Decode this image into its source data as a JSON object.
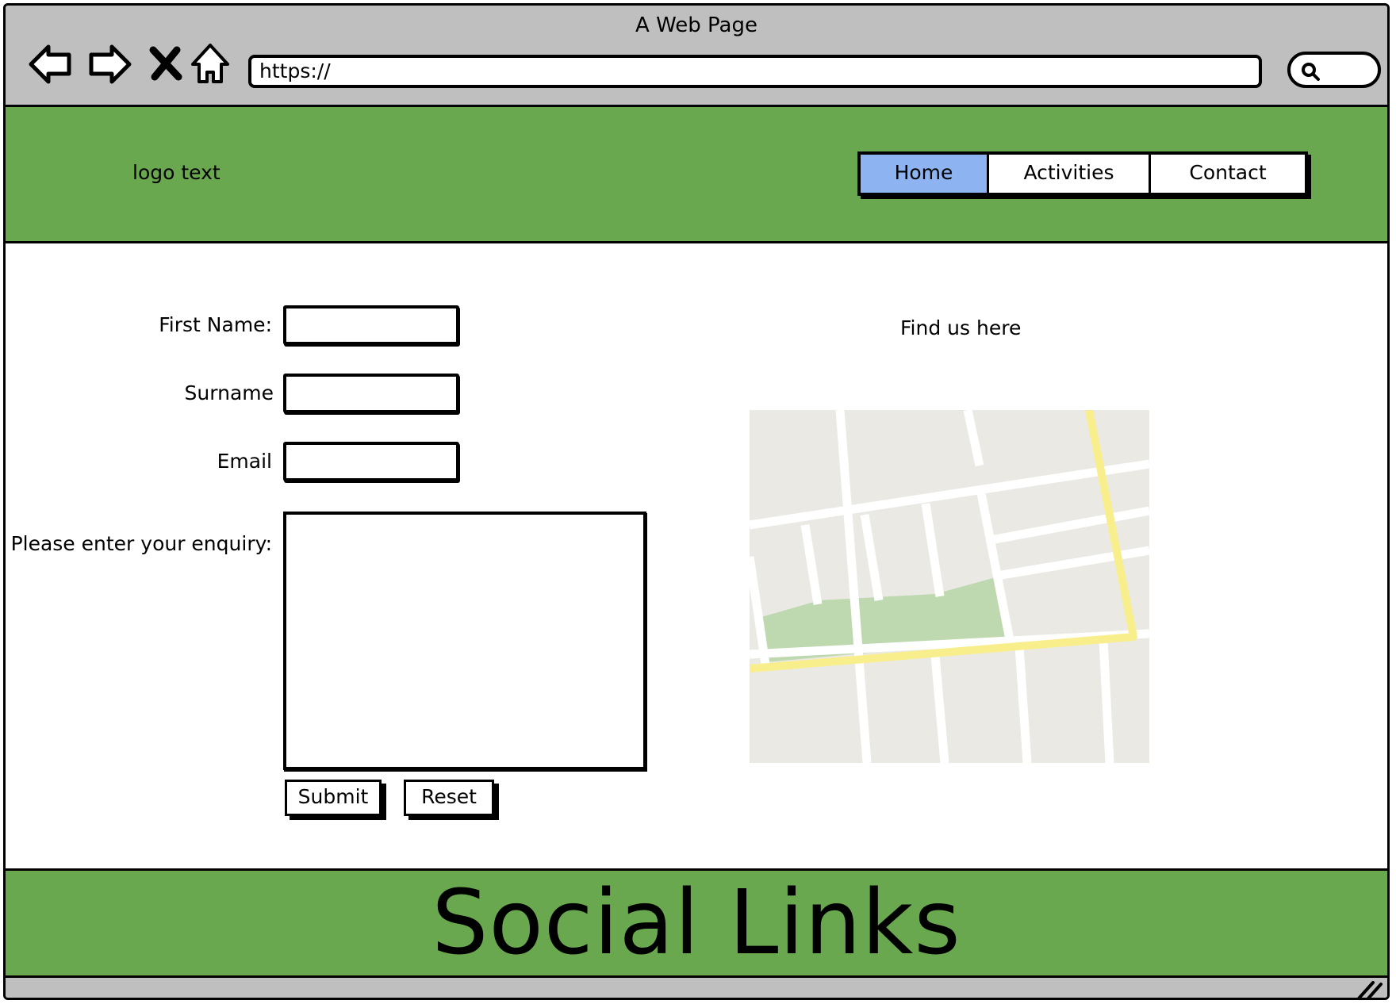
{
  "window": {
    "title": "A Web Page"
  },
  "browser": {
    "url": "https://",
    "icons": [
      "back-arrow-icon",
      "forward-arrow-icon",
      "close-icon",
      "home-icon",
      "search-icon"
    ]
  },
  "header": {
    "logo": "logo text",
    "nav": [
      {
        "label": "Home",
        "active": true
      },
      {
        "label": "Activities",
        "active": false
      },
      {
        "label": "Contact",
        "active": false
      }
    ]
  },
  "form": {
    "first_name_label": "First Name:",
    "surname_label": "Surname",
    "email_label": "Email",
    "enquiry_label": "Please enter your enquiry:",
    "first_name_value": "",
    "surname_value": "",
    "email_value": "",
    "enquiry_value": "",
    "submit_label": "Submit",
    "reset_label": "Reset"
  },
  "map": {
    "heading": "Find us here"
  },
  "footer": {
    "text": "Social Links"
  },
  "colors": {
    "chrome": "#bfbfbf",
    "header_green": "#6aa84f",
    "active_tab": "#8db4f0",
    "map_land": "#ebe9e3",
    "map_park": "#bed8b0",
    "map_main_road": "#f8ef8c"
  }
}
